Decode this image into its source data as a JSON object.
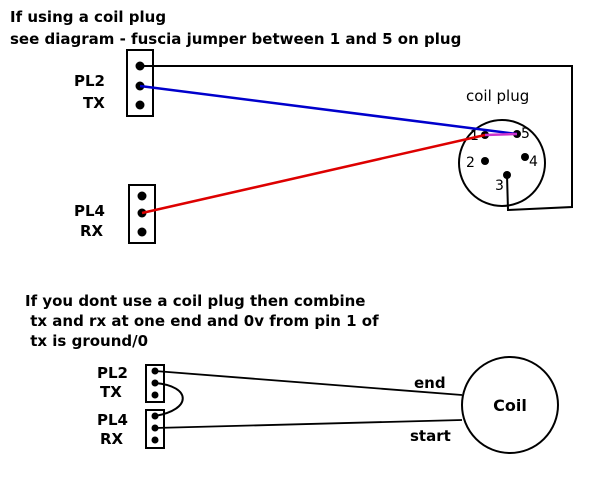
{
  "top": {
    "line1": "If using a coil plug",
    "line2": "see diagram - fuscia jumper between 1 and 5 on plug",
    "pl2_label": "PL2",
    "pl2_sub": "TX",
    "pl4_label": "PL4",
    "pl4_sub": "RX",
    "coil_plug_label": "coil plug",
    "pins": [
      "1",
      "2",
      "3",
      "4",
      "5"
    ]
  },
  "bottom": {
    "line1": "If you dont use a coil plug then combine",
    "line2": " tx and rx at one end and 0v from pin 1 of",
    "line3": " tx is ground/0",
    "pl2_label": "PL2",
    "pl2_sub": "TX",
    "pl4_label": "PL4",
    "pl4_sub": "RX",
    "end_label": "end",
    "start_label": "start",
    "coil_label": "Coil"
  },
  "colors": {
    "wire_black": "#000000",
    "wire_blue": "#0000cc",
    "wire_red": "#dd0000",
    "jumper_fuscia": "#cc33cc"
  }
}
